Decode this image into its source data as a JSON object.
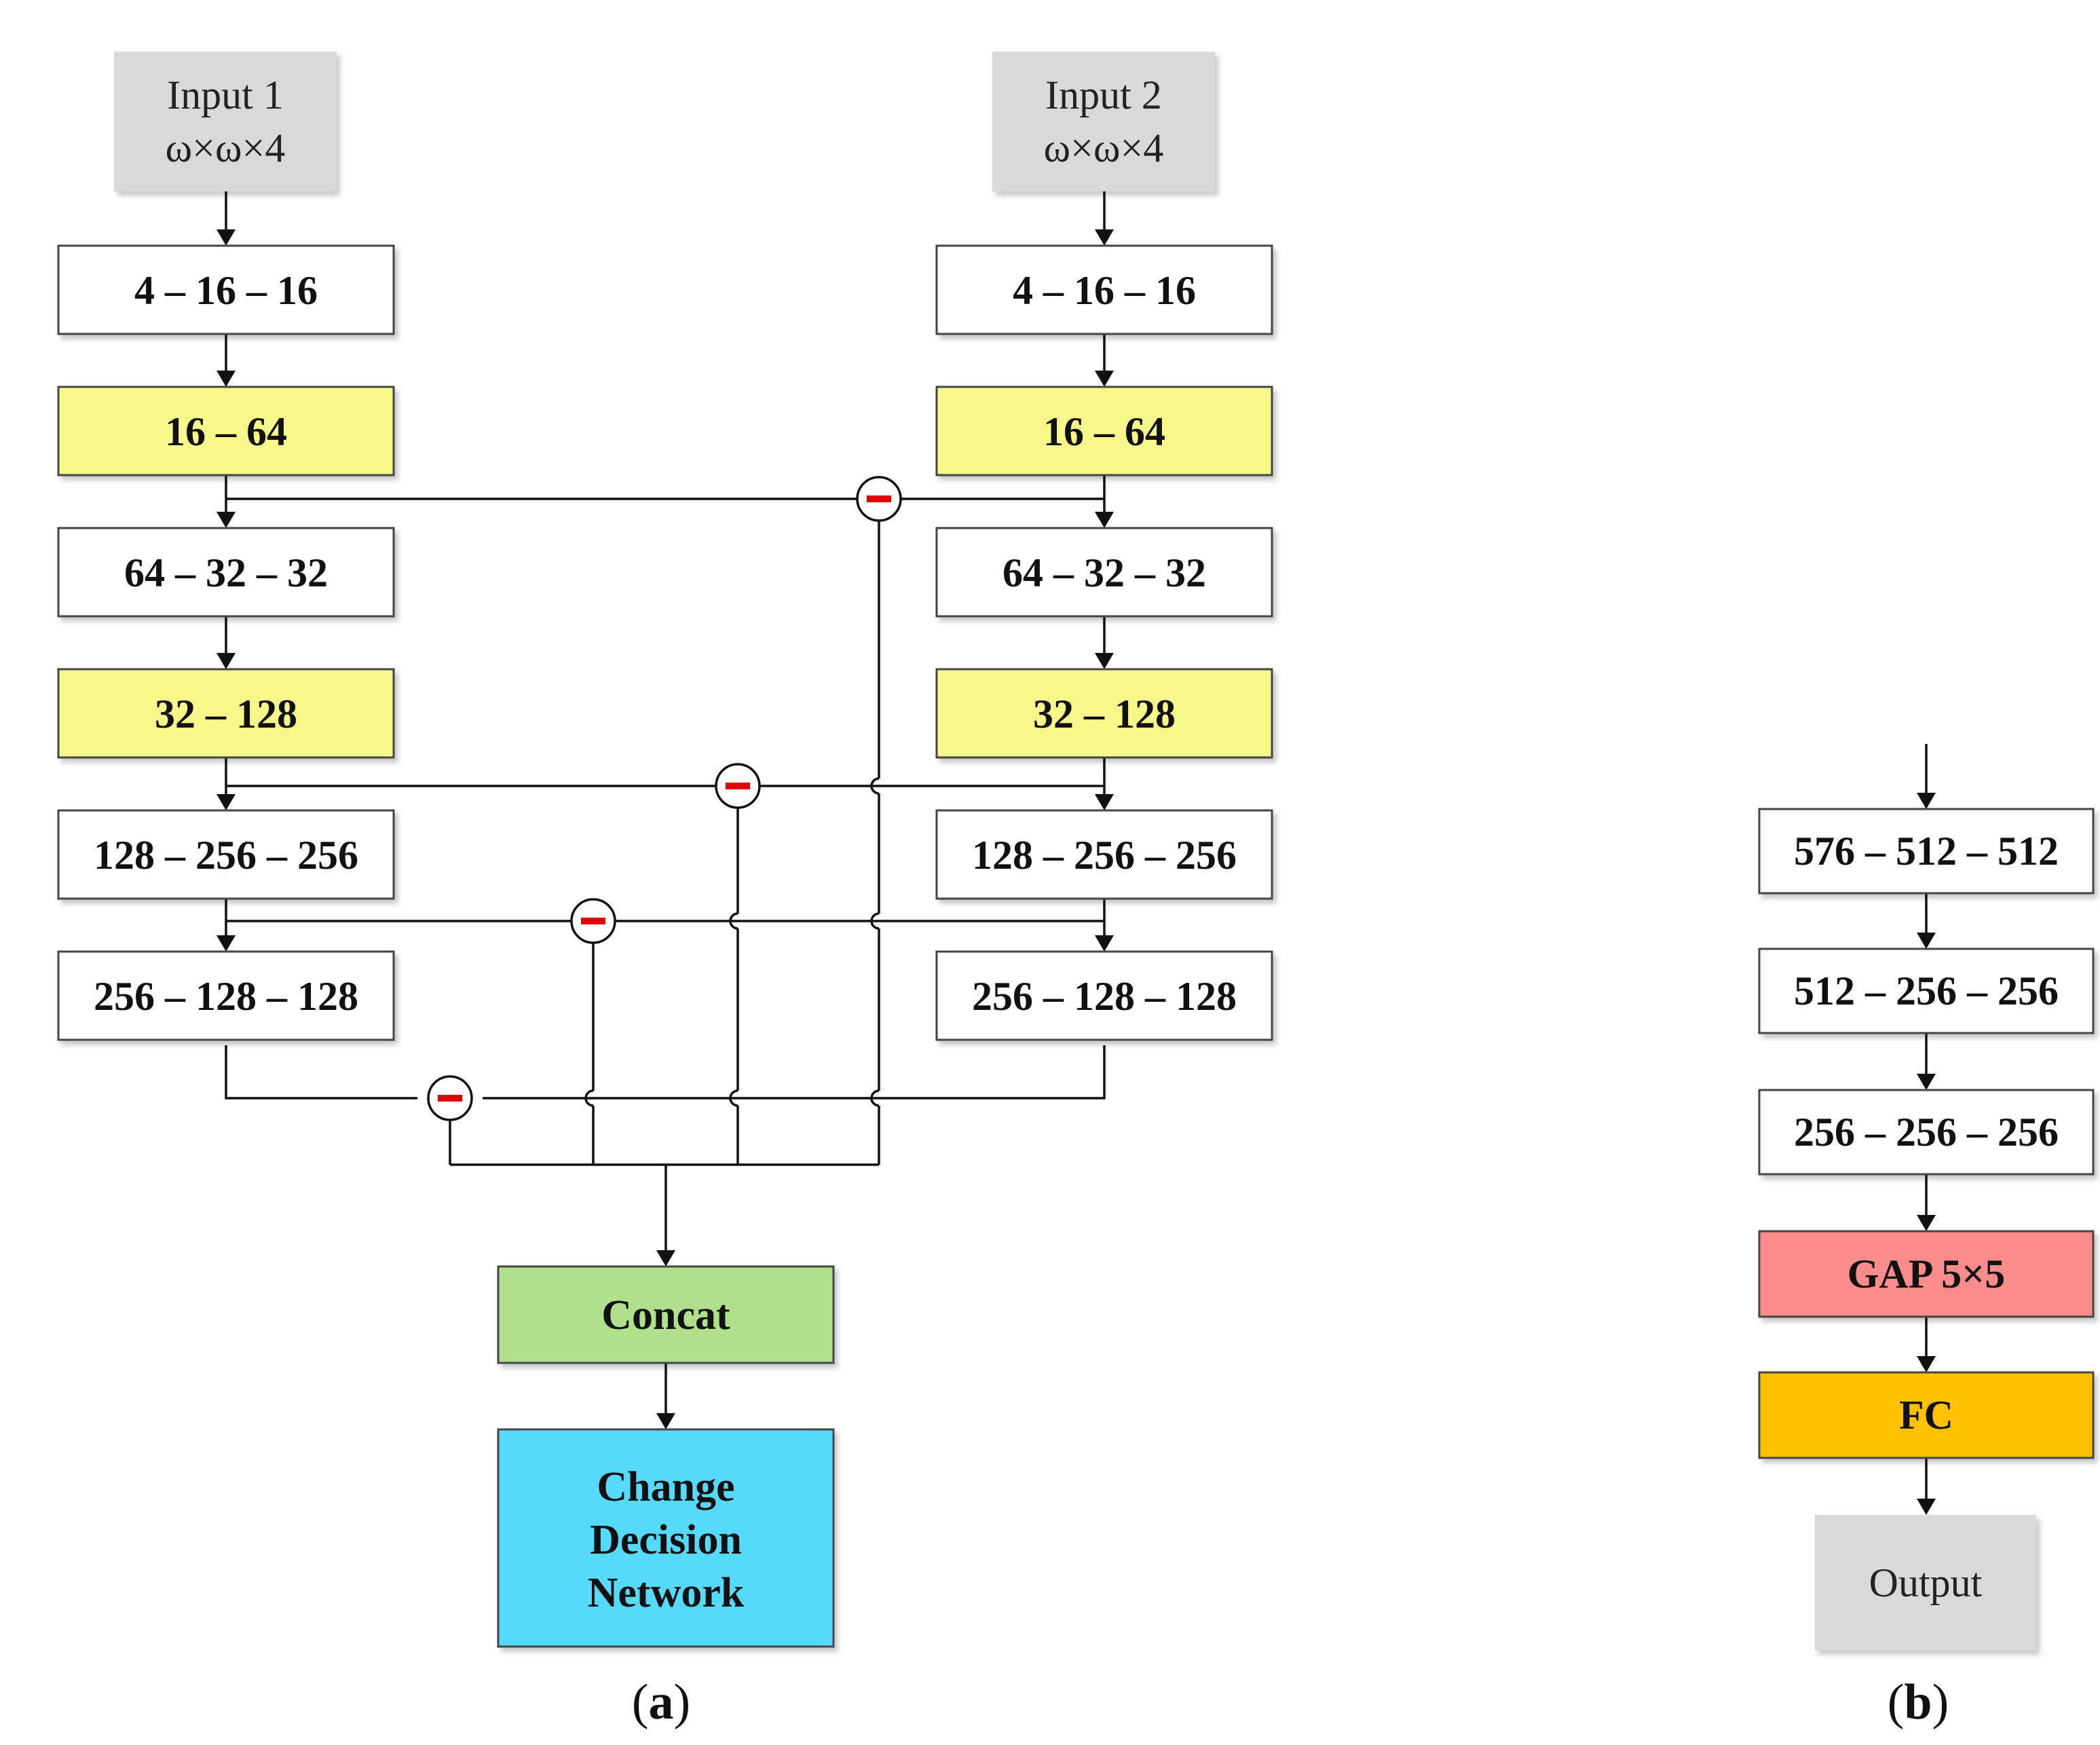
{
  "colors": {
    "gray_box": "#d9d9d9",
    "white_box": "#ffffff",
    "yellow_box": "#f7f78a",
    "green_box": "#b0e08c",
    "cyan_box": "#57dafc",
    "red_box": "#fa8c8c",
    "orange_box": "#fdc101",
    "minus_sign": "#e00000",
    "line": "#111111"
  },
  "panel_a": {
    "caption": "(a)",
    "caption_letter": "a",
    "branch1": {
      "input": {
        "line1": "Input 1",
        "line2": "ω×ω×4"
      },
      "layers": [
        "4 – 16 – 16",
        "16 – 64",
        "64 – 32 – 32",
        "32 – 128",
        "128 – 256 – 256",
        "256 – 128 – 128"
      ]
    },
    "branch2": {
      "input": {
        "line1": "Input 2",
        "line2": "ω×ω×4"
      },
      "layers": [
        "4 – 16 – 16",
        "16 – 64",
        "64 – 32 – 32",
        "32 – 128",
        "128 – 256 – 256",
        "256 – 128 – 128"
      ]
    },
    "difference_symbol": "–",
    "concat": "Concat",
    "decision": [
      "Change",
      "Decision",
      "Network"
    ]
  },
  "panel_b": {
    "caption": "(b)",
    "caption_letter": "b",
    "layers": [
      "576 – 512 – 512",
      "512 – 256 – 256",
      "256 – 256 – 256"
    ],
    "gap": "GAP 5×5",
    "fc": "FC",
    "output": "Output"
  }
}
